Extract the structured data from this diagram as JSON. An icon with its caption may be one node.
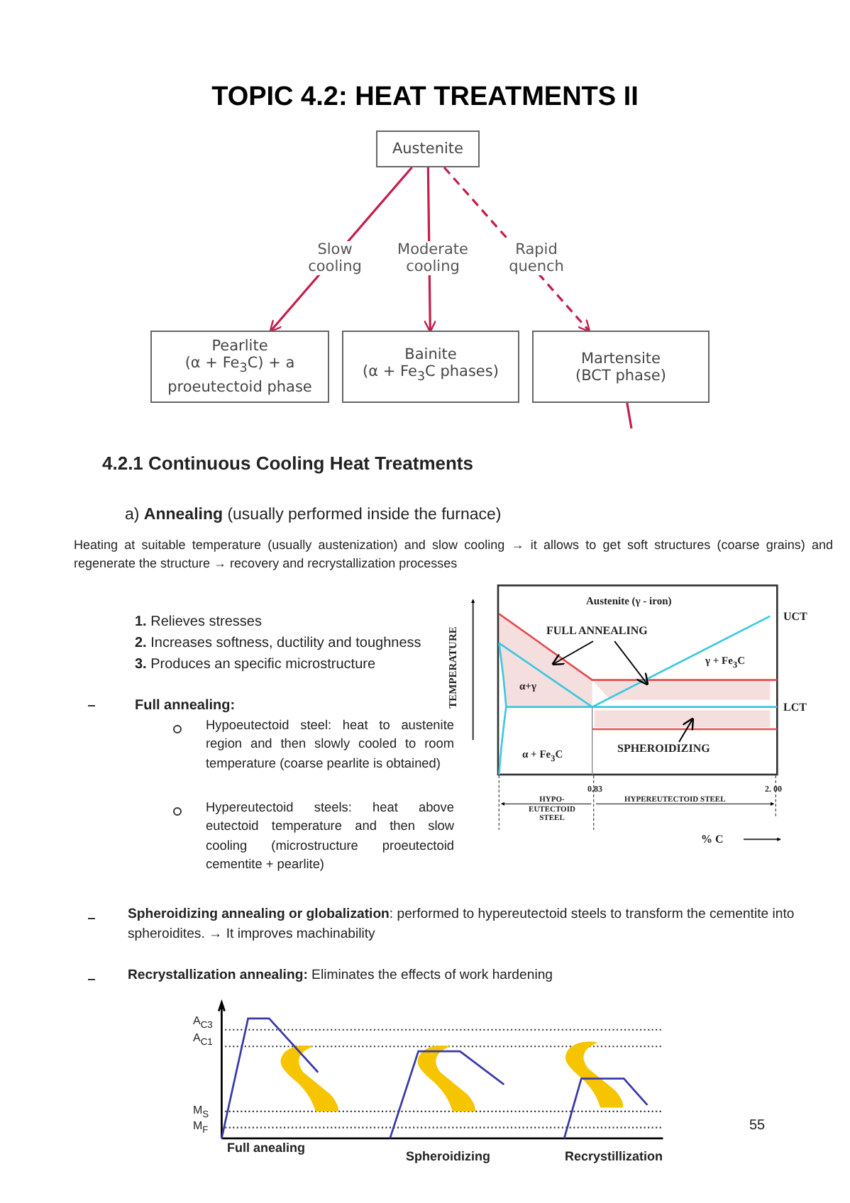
{
  "diagram": {
    "title": "TOPIC 4.2: HEAT TREATMENTS II",
    "nodes": [
      {
        "text": [
          "Austenite"
        ]
      },
      {
        "text": [
          "Pearlite",
          "(α + Fe$_{3}$C) + a proeutectoid phase"
        ]
      },
      {
        "text": [
          "Bainite",
          "(α + Fe$_{3}$C phases)"
        ]
      },
      {
        "text": [
          "Martensite",
          "(BCT phase)"
        ]
      },
      {
        "text": [
          "FULL ANNEALING"
        ]
      },
      {
        "text": [
          "SPHEROIDIZING"
        ]
      }
    ],
    "edges": [
      {
        "from": 0,
        "to": 1,
        "arrow": "to",
        "label": "Slow cooling"
      },
      {
        "from": 0,
        "to": 2,
        "arrow": "to",
        "label": "Moderate cooling"
      },
      {
        "from": 0,
        "to": 3,
        "arrow": "to",
        "label": "Rapid quench",
        "style": "dashed"
      },
      {
        "from": 3,
        "to": null,
        "arrow": "none"
      },
      {
        "from": 4,
        "to": null,
        "arrow": "to",
        "color": "#000000"
      },
      {
        "from": 4,
        "to": null,
        "arrow": "to",
        "color": "#000000"
      },
      {
        "from": 5,
        "to": null,
        "arrow": "to",
        "color": "#000000"
      }
    ],
    "labels": [
      "4.2.1 Continuous Cooling Heat Treatments",
      "a) **Annealing** (usually performed inside the furnace)",
      "Heating at suitable temperature (usually austenization) and slow cooling → it allows to get soft structures (coarse grains) and regenerate the structure → recovery and recrystallization processes",
      "**1.** Relieves stresses",
      "**2.** Increases softness, ductility and toughness",
      "**3.** Produces an specific microstructure",
      "Full annealing:",
      "Hypoeutectoid steel: heat to austenite region and then slowly cooled to room temperature (coarse pearlite is obtained)",
      "Hypereutectoid steels: heat above eutectoid temperature and then slow cooling (microstructure proeutectoid cementite + pearlite)",
      "Austenite (γ - iron)",
      "UCT",
      "γ + Fe$_{3}$C",
      "α+γ",
      "LCT",
      "α + Fe$_{3}$C",
      "TEMPERATURE",
      "0.83",
      "2. 00",
      "HYPO-EUTECTOID STEEL",
      "HYPEREUTECTOID STEEL",
      "% C",
      "**Spheroidizing annealing or globalization**: performed to hypereutectoid steels to transform the cementite into spheroidites. → It improves machinability",
      "**Recrystallization annealing:** Eliminates the effects of work hardening",
      "A$_{C3}$",
      "A$_{C1}$",
      "M$_{S}$",
      "M$_{F}$",
      "Full anealing",
      "Spheroidizing",
      "Recrystillization",
      "55"
    ]
  }
}
